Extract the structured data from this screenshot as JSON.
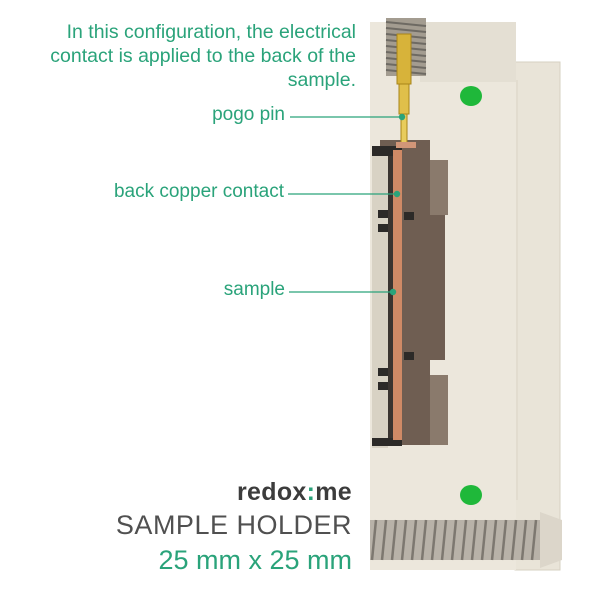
{
  "intro_text": "In this configuration, the electrical contact is applied to the back of the sample.",
  "labels": {
    "pogo_pin": "pogo pin",
    "back_copper_contact": "back copper contact",
    "sample": "sample"
  },
  "brand": {
    "name_before": "redox",
    "name_dot": ":",
    "name_after": "me"
  },
  "product_title": "SAMPLE HOLDER",
  "product_size": "25 mm x 25 mm",
  "colors": {
    "accent_green": "#2aa37a",
    "housing": "#ebe6da",
    "housing_shadow": "#cfc8b8",
    "recess": "#6b5a4e",
    "oring": "#1fb83a",
    "brass": "#c9a227",
    "copper": "#c97a55"
  }
}
